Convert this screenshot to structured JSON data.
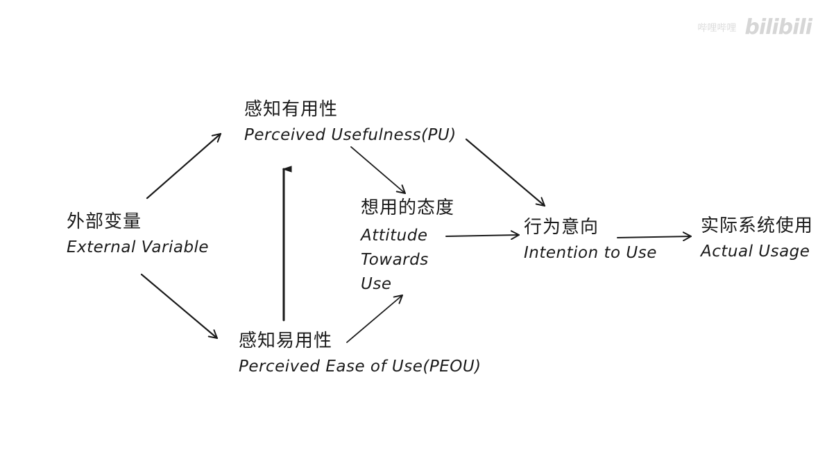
{
  "watermark": {
    "text": "哔哩哔哩",
    "logo": "bilibili"
  },
  "nodes": {
    "external_variable": {
      "zh": "外部变量",
      "en": "External Variable"
    },
    "perceived_usefulness": {
      "zh": "感知有用性",
      "en": "Perceived Usefulness(PU)"
    },
    "perceived_ease": {
      "zh": "感知易用性",
      "en": "Perceived Ease of Use(PEOU)"
    },
    "attitude": {
      "zh": "想用的态度",
      "en_lines": [
        "Attitude",
        "Towards",
        "Use"
      ]
    },
    "intention": {
      "zh": "行为意向",
      "en": "Intention to Use"
    },
    "actual_usage": {
      "zh": "实际系统使用",
      "en": "Actual Usage"
    }
  },
  "colors": {
    "ink": "#1a1a1a",
    "background": "#ffffff",
    "watermark": "#d6d6d6"
  }
}
